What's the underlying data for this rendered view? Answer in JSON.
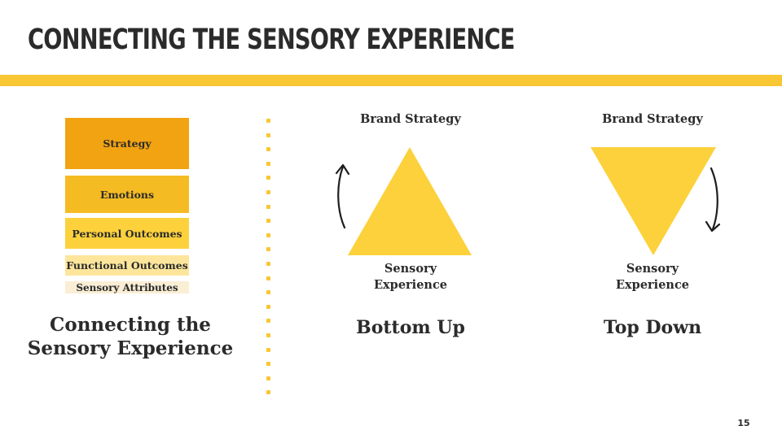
{
  "slide": {
    "title": "CONNECTING THE SENSORY EXPERIENCE",
    "page_number": "15",
    "accent_color": "#f9c734"
  },
  "hierarchy": {
    "levels": [
      {
        "label": "Strategy",
        "color": "#f2a311"
      },
      {
        "label": "Emotions",
        "color": "#f5bb22"
      },
      {
        "label": "Personal Outcomes",
        "color": "#fcd13c"
      },
      {
        "label": "Functional Outcomes",
        "color": "#fde69b"
      },
      {
        "label": "Sensory Attributes",
        "color": "#faeed5"
      }
    ],
    "caption_line1": "Connecting the",
    "caption_line2": "Sensory Experience"
  },
  "bottom_up": {
    "top_label": "Brand Strategy",
    "bottom_label_line1": "Sensory",
    "bottom_label_line2": "Experience",
    "title": "Bottom Up",
    "arrow_direction": "up",
    "shape": "triangle-up"
  },
  "top_down": {
    "top_label": "Brand Strategy",
    "bottom_label_line1": "Sensory",
    "bottom_label_line2": "Experience",
    "title": "Top Down",
    "arrow_direction": "down",
    "shape": "triangle-down"
  }
}
